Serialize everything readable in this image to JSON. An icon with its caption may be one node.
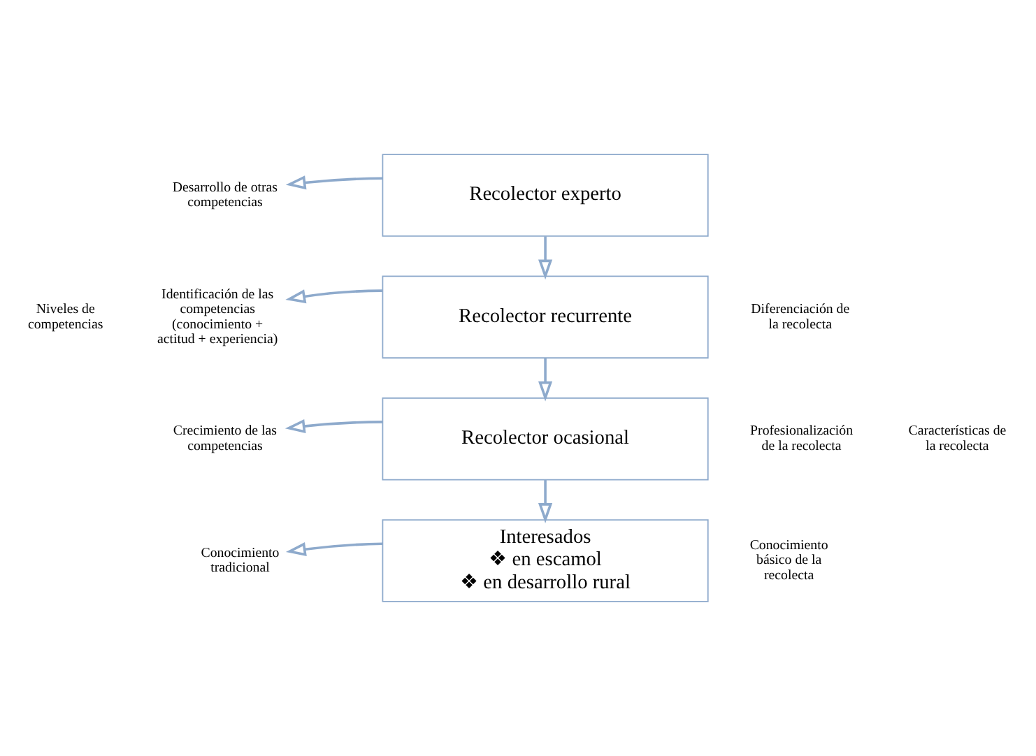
{
  "diagram": {
    "nodes": [
      {
        "text": [
          "Desarrollo de otras competencias"
        ]
      },
      {
        "text": [
          "Recolector experto"
        ]
      },
      {
        "text": [
          "Identificación de las competencias (conocimiento + actitud + experiencia)"
        ]
      },
      {
        "text": [
          "Recolector recurrente"
        ]
      },
      {
        "text": [
          "Crecimiento de las competencias"
        ]
      },
      {
        "text": [
          "Recolector ocasional"
        ]
      },
      {
        "text": [
          "Conocimiento tradicional"
        ]
      },
      {
        "text": [
          "Interesados",
          "❖ en escamol",
          "❖ en desarrollo rural"
        ]
      }
    ],
    "edges": [
      {
        "from": 1,
        "to": 0,
        "arrow": "to"
      },
      {
        "from": 1,
        "to": 3,
        "arrow": "to"
      },
      {
        "from": 3,
        "to": 2,
        "arrow": "to"
      },
      {
        "from": 3,
        "to": 5,
        "arrow": "to"
      },
      {
        "from": 5,
        "to": 4,
        "arrow": "to"
      },
      {
        "from": 5,
        "to": 7,
        "arrow": "to"
      },
      {
        "from": 7,
        "to": 6,
        "arrow": "to"
      }
    ],
    "labels": [
      "Niveles de competencias",
      "Diferenciación de la recolecta",
      "Profesionalización de la recolecta",
      "Conocimiento básico de la recolecta",
      "Características de la recolecta"
    ]
  }
}
